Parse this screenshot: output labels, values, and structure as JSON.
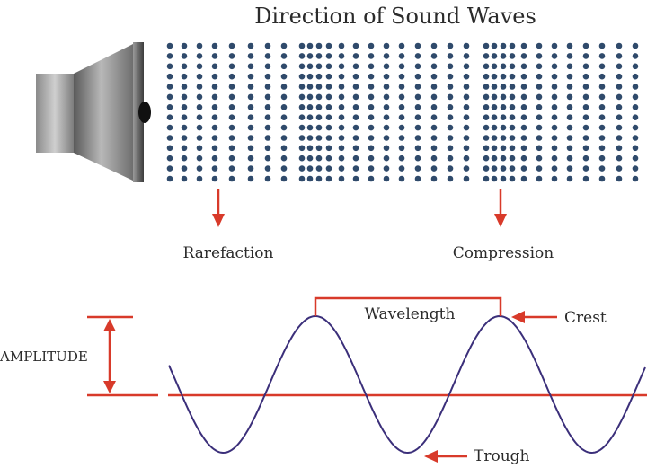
{
  "title": "Direction of  Sound Waves",
  "labels": {
    "rarefaction": "Rarefaction",
    "compression": "Compression",
    "wavelength": "Wavelength",
    "crest": "Crest",
    "trough": "Trough",
    "amplitude": "AMPLITUDE"
  },
  "icons": {
    "speaker": "speaker-icon"
  },
  "colors": {
    "background": "#ffffff",
    "particle": "#2f4a6b",
    "arrow": "#d83a2a",
    "baseline": "#d83a2a",
    "wave": "#3b2f7a",
    "text": "#2b2b2b"
  }
}
